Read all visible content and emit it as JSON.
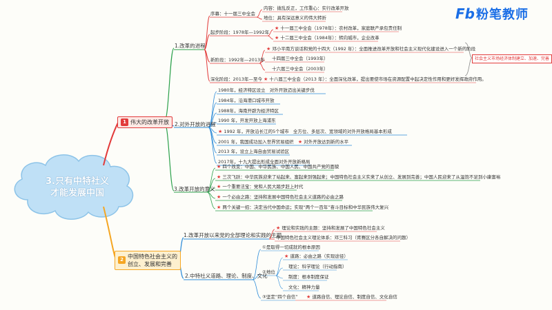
{
  "logo": {
    "mark": "Fb",
    "text": "粉笔教师"
  },
  "center_title": [
    "3.只有中特社义",
    "才能发展中国"
  ],
  "categories": [
    {
      "num": "1",
      "label": "伟大的改革开放"
    },
    {
      "num": "2",
      "label": [
        "中国特色社会主义的",
        "创立、发展和完善"
      ]
    }
  ],
  "branch1": {
    "reform": {
      "label": "1.改革的进程",
      "prelude": "序幕：十一届三中全会",
      "prelude_content": "内容：拨乱反正，工作重心：实行改革开放",
      "prelude_status": "地位：具有深远意义的伟大转折",
      "start": "起步阶段：1978年—1992年",
      "start_a": "十一届三中全会（1978年）：农村改革，家庭联产承包责任制",
      "start_b": "十二届三中全会（1984年）：转向城市，企业改革",
      "new": "新阶段：1992年—2013年",
      "new_a": "邓小平南方谈话和党的十四大（1992 年）：全面推进改革开放和社会主义现代化建设进入一个新的阶段",
      "new_b": "十四届三中全会（1993年）",
      "new_c": "十六届三中全会（2003年）",
      "deep": "深化阶段：2013年—至今",
      "deep_a": "十八届三中全会（2013 年）：全面深化改革，提出要使市场在资源配置中起决定性作用和更好发挥政府作用。",
      "note": "社会主义市场经济体制建立、加速、完善"
    },
    "open": {
      "label": "2.对外开放的进程",
      "items": [
        "1980年，经济特区设立",
        "1984年，沿海港口城市开放",
        "1988年，海南开辟为经济特区",
        "1990 年，开发开放上海浦东",
        "1992 年，开放沿长江的5个城市",
        "2001 年，我国成功加入世界贸易组织",
        "2013 年，设立上海自由贸易试验区",
        "2017年，十九大提出形成全面对外开放新格局"
      ],
      "item0_note": "对外开放迈出关键步伐",
      "item4_note": "全方位、多层次、宽领域的对外开放格局基本形成",
      "item5_note": "对外开放达到新的水平"
    },
    "meaning": {
      "label": "3.改革开放的意义",
      "items": [
        "四个改变：中国、中华民族、中国人民、中国共产党的面貌",
        "三次飞跃：中华民族迎来了站起来、富起来到强起来；中国特色社会主义实来了从创立、发展到完善；中国人民迎来了从温饱不足到小康富裕",
        "一个重要法宝：党和人民大踏步赶上时代",
        "一个必由之路：坚持和发展中国特色社会主义道路的必由之路",
        "两个关键一招：决定当代中国命运；实现“两个一百年”奋斗目标和中华民族伟大复兴"
      ]
    }
  },
  "branch2": {
    "theme": {
      "label": "1.改革开放以来党的全部理论和实践的主题",
      "a": "理论和实践的主题：坚持和发展了中国特色社会主义",
      "b": "中国特色社会主义理论体系：邓三科习（胥赛区分各自解决的问题）"
    },
    "system": {
      "label": "2.中特社义道路、理论、制度、文化",
      "p1": "①是取得一切成就的根本原因",
      "p2": "②地位",
      "road": "道路：必由之路（实现途径）",
      "theory": "理论：科学理论（行动指南）",
      "inst": "制度：根本制度保证",
      "culture": "文化：精神力量",
      "p3": "③坚定“四个自信”",
      "p3b": "道路自信、理论自信、制度自信、文化自信"
    }
  },
  "colors": {
    "red": "#e23a3a",
    "green": "#2aa04a",
    "blue": "#2a8ad8",
    "orange": "#f5a623"
  }
}
